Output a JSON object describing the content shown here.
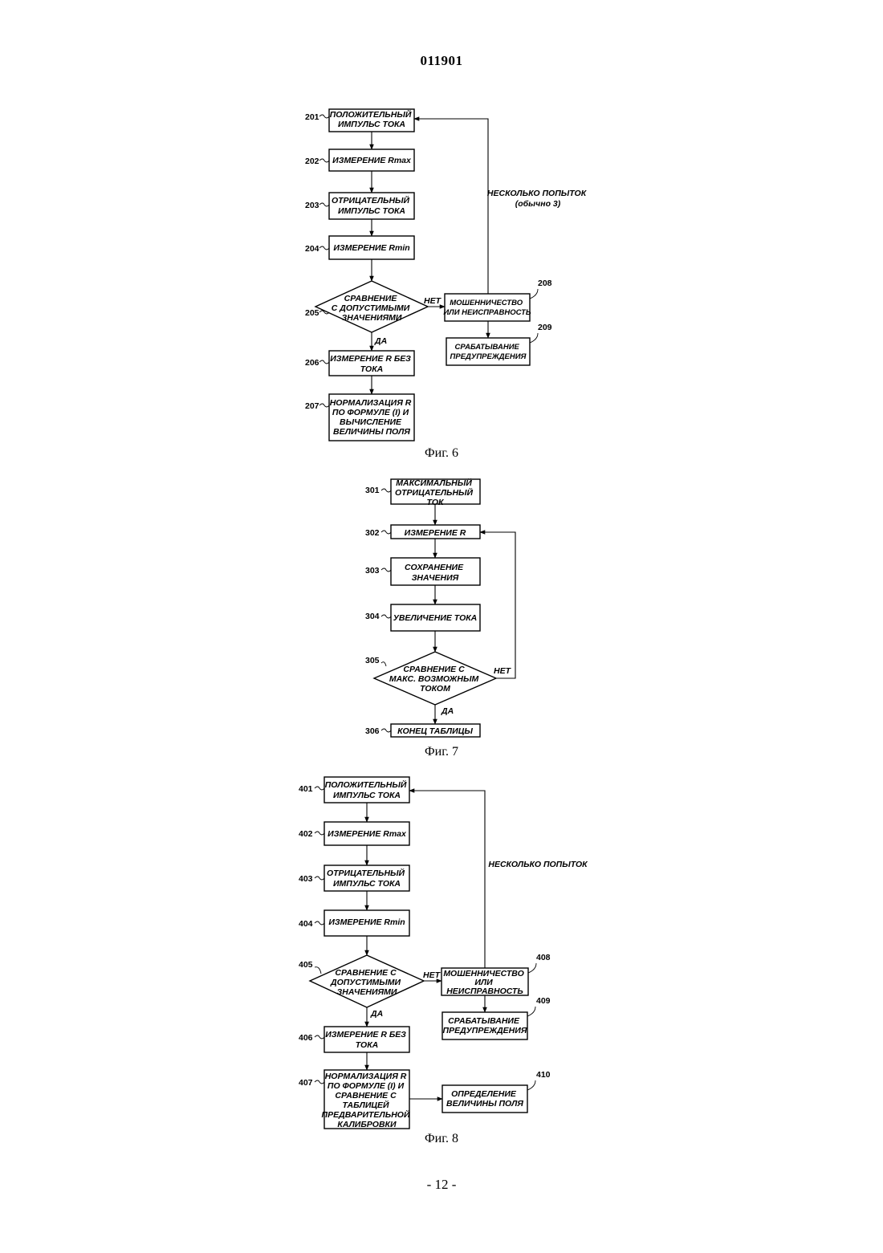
{
  "header": {
    "doc_number": "011901"
  },
  "footer": {
    "page_number": "- 12 -"
  },
  "fig6": {
    "caption": "Фиг. 6",
    "b201": {
      "ref": "201",
      "lines": [
        "ПОЛОЖИТЕЛЬНЫЙ",
        "ИМПУЛЬС ТОКА"
      ]
    },
    "b202": {
      "ref": "202",
      "lines": [
        "ИЗМЕРЕНИЕ Rmax"
      ]
    },
    "b203": {
      "ref": "203",
      "lines": [
        "ОТРИЦАТЕЛЬНЫЙ",
        "ИМПУЛЬС ТОКА"
      ]
    },
    "b204": {
      "ref": "204",
      "lines": [
        "ИЗМЕРЕНИЕ Rmin"
      ]
    },
    "d205": {
      "ref": "205",
      "lines": [
        "СРАВНЕНИЕ",
        "С ДОПУСТИМЫМИ",
        "ЗНАЧЕНИЯМИ"
      ]
    },
    "b206": {
      "ref": "206",
      "lines": [
        "ИЗМЕРЕНИЕ R БЕЗ",
        "ТОКА"
      ]
    },
    "b207": {
      "ref": "207",
      "lines": [
        "НОРМАЛИЗАЦИЯ R",
        "ПО ФОРМУЛЕ (I) И",
        "ВЫЧИСЛЕНИЕ",
        "ВЕЛИЧИНЫ ПОЛЯ"
      ]
    },
    "b208": {
      "ref": "208",
      "lines": [
        "МОШЕННИЧЕСТВО",
        "ИЛИ НЕИСПРАВНОСТЬ"
      ]
    },
    "b209": {
      "ref": "209",
      "lines": [
        "СРАБАТЫВАНИЕ",
        "ПРЕДУПРЕЖДЕНИЯ"
      ]
    },
    "no_label": "НЕТ",
    "yes_label": "ДА",
    "loop_label": [
      "НЕСКОЛЬКО ПОПЫТОК",
      "(обычно 3)"
    ]
  },
  "fig7": {
    "caption": "Фиг. 7",
    "b301": {
      "ref": "301",
      "lines": [
        "МАКСИМАЛЬНЫЙ",
        "ОТРИЦАТЕЛЬНЫЙ",
        "ТОК"
      ]
    },
    "b302": {
      "ref": "302",
      "lines": [
        "ИЗМЕРЕНИЕ R"
      ]
    },
    "b303": {
      "ref": "303",
      "lines": [
        "СОХРАНЕНИЕ",
        "ЗНАЧЕНИЯ"
      ]
    },
    "b304": {
      "ref": "304",
      "lines": [
        "УВЕЛИЧЕНИЕ ТОКА"
      ]
    },
    "d305": {
      "ref": "305",
      "lines": [
        "СРАВНЕНИЕ С",
        "МАКС. ВОЗМОЖНЫМ",
        "ТОКОМ"
      ]
    },
    "b306": {
      "ref": "306",
      "lines": [
        "КОНЕЦ ТАБЛИЦЫ"
      ]
    },
    "no_label": "НЕТ",
    "yes_label": "ДА"
  },
  "fig8": {
    "caption": "Фиг. 8",
    "b401": {
      "ref": "401",
      "lines": [
        "ПОЛОЖИТЕЛЬНЫЙ",
        "ИМПУЛЬС ТОКА"
      ]
    },
    "b402": {
      "ref": "402",
      "lines": [
        "ИЗМЕРЕНИЕ Rmax"
      ]
    },
    "b403": {
      "ref": "403",
      "lines": [
        "ОТРИЦАТЕЛЬНЫЙ",
        "ИМПУЛЬС ТОКА"
      ]
    },
    "b404": {
      "ref": "404",
      "lines": [
        "ИЗМЕРЕНИЕ Rmin"
      ]
    },
    "d405": {
      "ref": "405",
      "lines": [
        "СРАВНЕНИЕ С",
        "ДОПУСТИМЫМИ",
        "ЗНАЧЕНИЯМИ"
      ]
    },
    "b406": {
      "ref": "406",
      "lines": [
        "ИЗМЕРЕНИЕ R БЕЗ",
        "ТОКА"
      ]
    },
    "b407": {
      "ref": "407",
      "lines": [
        "НОРМАЛИЗАЦИЯ R",
        "ПО ФОРМУЛЕ (I) И",
        "СРАВНЕНИЕ С",
        "ТАБЛИЦЕЙ",
        "ПРЕДВАРИТЕЛЬНОЙ",
        "КАЛИБРОВКИ"
      ]
    },
    "b408": {
      "ref": "408",
      "lines": [
        "МОШЕННИЧЕСТВО",
        "ИЛИ",
        "НЕИСПРАВНОСТЬ"
      ]
    },
    "b409": {
      "ref": "409",
      "lines": [
        "СРАБАТЫВАНИЕ",
        "ПРЕДУПРЕЖДЕНИЯ"
      ]
    },
    "b410": {
      "ref": "410",
      "lines": [
        "ОПРЕДЕЛЕНИЕ",
        "ВЕЛИЧИНЫ ПОЛЯ"
      ]
    },
    "no_label": "НЕТ",
    "yes_label": "ДА",
    "loop_label": [
      "НЕСКОЛЬКО ПОПЫТОК"
    ]
  }
}
